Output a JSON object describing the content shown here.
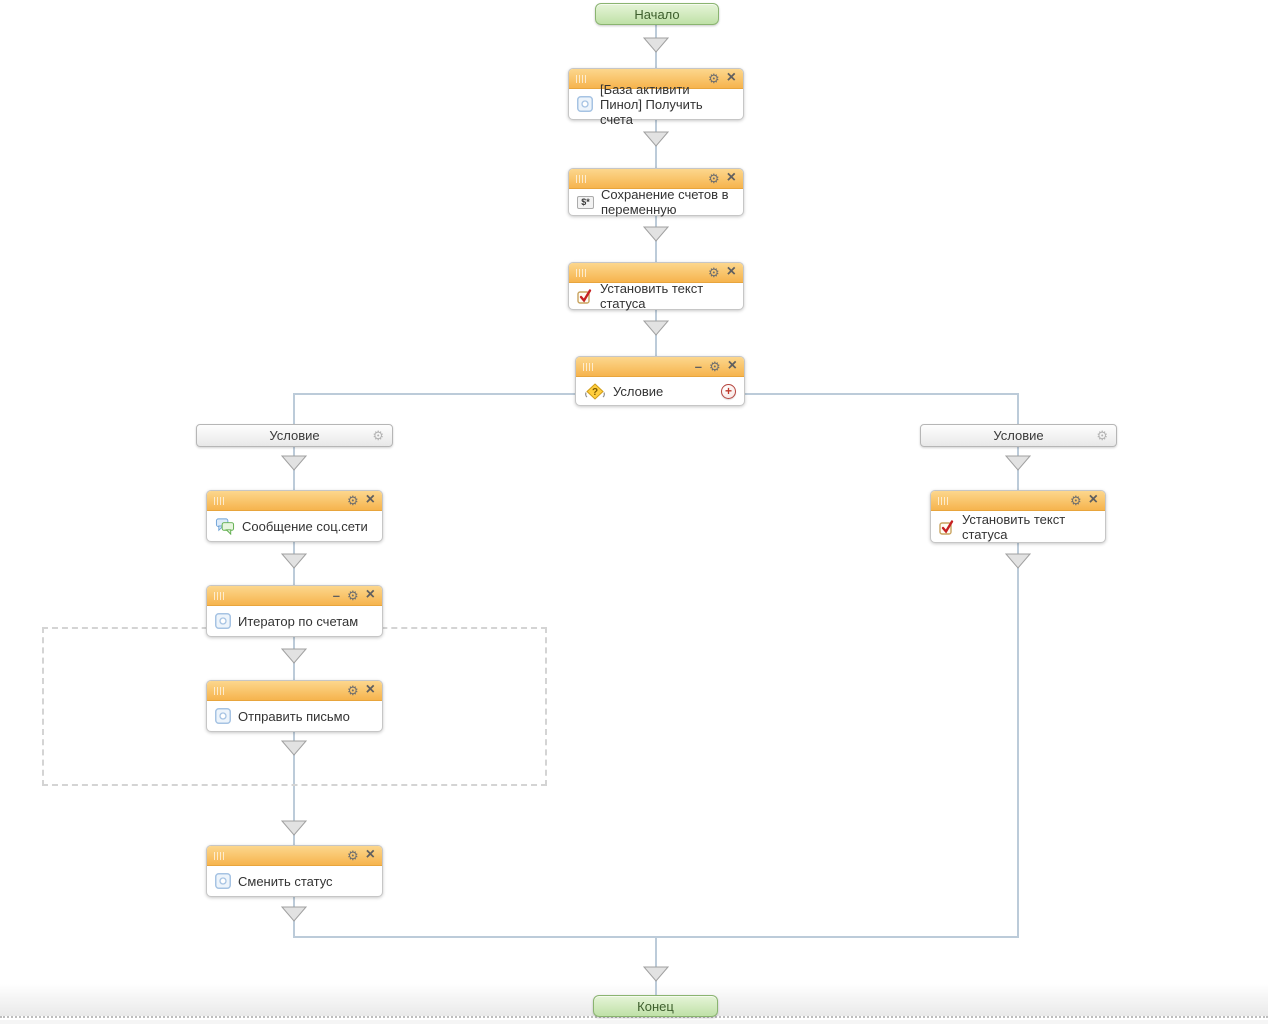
{
  "terminals": {
    "start": "Начало",
    "end": "Конец"
  },
  "nodes": {
    "get_accounts": {
      "title": "[База активити Пинол] Получить счета"
    },
    "save_accounts_to_variable": {
      "title": "Сохранение счетов в переменную"
    },
    "set_status_text": {
      "title": "Установить текст статуса"
    },
    "condition": {
      "title": "Условие"
    },
    "condition_branch_left": {
      "label": "Условие"
    },
    "condition_branch_right": {
      "label": "Условие"
    },
    "social_network_message": {
      "title": "Сообщение соц.сети"
    },
    "accounts_iterator": {
      "title": "Итератор по счетам"
    },
    "send_email": {
      "title": "Отправить письмо"
    },
    "change_status": {
      "title": "Сменить статус"
    },
    "set_status_text_right": {
      "title": "Установить текст статуса"
    }
  },
  "icons": {
    "settings": "⚙",
    "close": "×",
    "minimize": "–",
    "add": "+",
    "variable": "$*",
    "question": "?"
  },
  "colors": {
    "header_gradient_top": "#fcd78d",
    "header_gradient_bottom": "#f6b44e",
    "connector": "#bccbd9",
    "terminal_bg_top": "#e6f4d8",
    "terminal_bg_bottom": "#bfe1a7",
    "terminal_border": "#8ab470"
  }
}
